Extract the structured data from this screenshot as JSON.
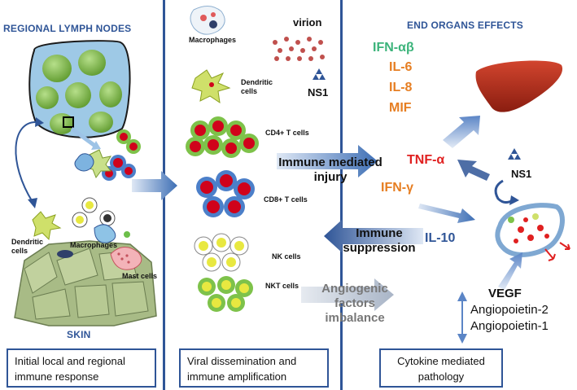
{
  "headers": {
    "lymph_nodes": "REGIONAL LYMPH NODES",
    "end_organs": "END ORGANS EFFECTS",
    "skin": "SKIN"
  },
  "bottom_boxes": {
    "panel1": "Initial local and regional immune response",
    "panel2": "Viral dissemination and immune amplification",
    "panel3": "Cytokine mediated pathology"
  },
  "left_labels": {
    "dendritic": "Dendritic cells",
    "macrophages": "Macrophages",
    "mast": "Mast cells"
  },
  "middle_labels": {
    "macrophages": "Macrophages",
    "virion": "virion",
    "dendritic": "Dendritic cells",
    "ns1": "NS1",
    "cd4": "CD4+ T cells",
    "cd8": "CD8+ T cells",
    "nk": "NK cells",
    "nkt": "NKT cells"
  },
  "processes": {
    "immune_mediated": "Immune mediated injury",
    "immune_suppression": "Immune suppression",
    "angiogenic": "Angiogenic factors imbalance"
  },
  "cytokines": {
    "ifn_ab": "IFN-αβ",
    "il6": "IL-6",
    "il8": "IL-8",
    "mif": "MIF",
    "tnf": "TNF-α",
    "ifn_g": "IFN-γ",
    "il10": "IL-10",
    "ns1": "NS1"
  },
  "vegf_group": {
    "vegf": "VEGF",
    "ang2": "Angiopoietin-2",
    "ang1": "Angiopoietin-1"
  },
  "colors": {
    "divider": "#2f5597",
    "ifn_ab": "#3bb37a",
    "orange": "#e67e22",
    "red": "#e02020",
    "blue_text": "#2f5597"
  }
}
